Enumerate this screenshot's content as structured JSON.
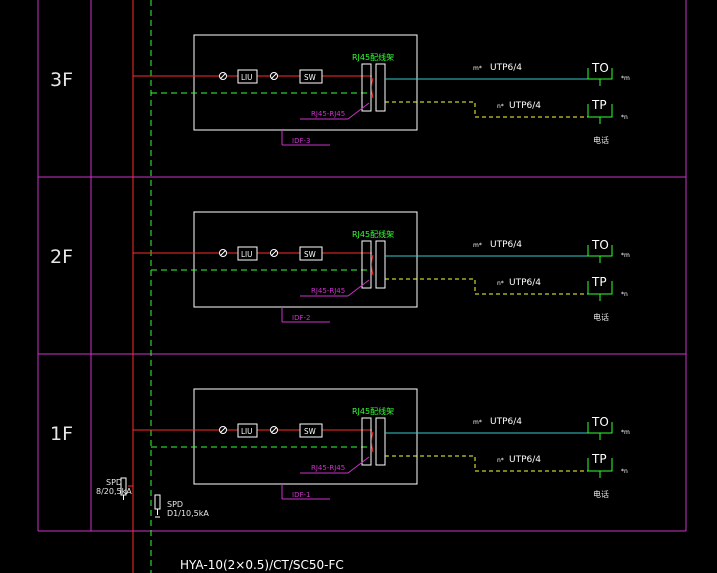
{
  "colors": {
    "background": "#000000",
    "frame": "#cc33cc",
    "red_line": "#ff2a2a",
    "green_line": "#33ff33",
    "cyan_line": "#33cccc",
    "yellow_line": "#ffff33",
    "white": "#ffffff"
  },
  "floors": [
    {
      "label": "3F",
      "liu": "LIU",
      "sw": "SW",
      "rj45_top": "RJ45配线架",
      "patch": "RJ45-RJ45",
      "idf": "IDF-3",
      "cable_to": "UTP6/4",
      "cable_tp": "UTP6/4",
      "count_to": "m*",
      "count_tp": "n*",
      "to": "TO",
      "tp": "TP",
      "to_sub": "*m",
      "tp_sub": "*n",
      "tp_note": "电话"
    },
    {
      "label": "2F",
      "liu": "LIU",
      "sw": "SW",
      "rj45_top": "RJ45配线架",
      "patch": "RJ45-RJ45",
      "idf": "IDF-2",
      "cable_to": "UTP6/4",
      "cable_tp": "UTP6/4",
      "count_to": "m*",
      "count_tp": "n*",
      "to": "TO",
      "tp": "TP",
      "to_sub": "*m",
      "tp_sub": "*n",
      "tp_note": "电话"
    },
    {
      "label": "1F",
      "liu": "LIU",
      "sw": "SW",
      "rj45_top": "RJ45配线架",
      "patch": "RJ45-RJ45",
      "idf": "IDF-1",
      "cable_to": "UTP6/4",
      "cable_tp": "UTP6/4",
      "count_to": "m*",
      "count_tp": "n*",
      "to": "TO",
      "tp": "TP",
      "to_sub": "*m",
      "tp_sub": "*n",
      "tp_note": "电话"
    }
  ],
  "spd_left": {
    "line1": "SPD",
    "line2": "8/20,5kA"
  },
  "spd_right": {
    "line1": "SPD",
    "line2": "D1/10,5kA"
  },
  "bottom_cable": "HYA-10(2×0.5)/CT/SC50-FC"
}
